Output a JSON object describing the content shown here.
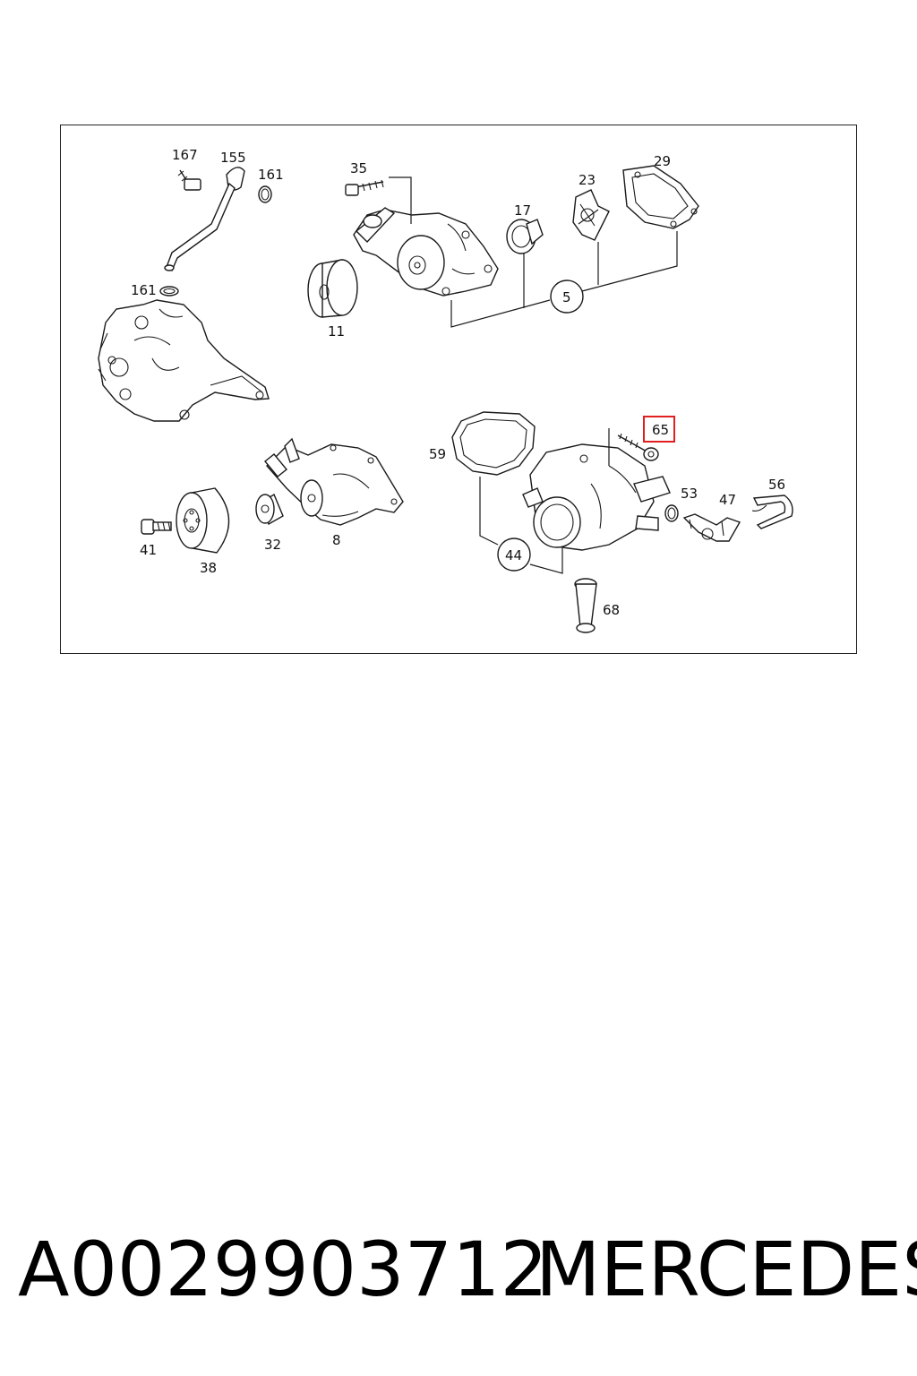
{
  "diagram": {
    "callouts": {
      "c167": "167",
      "c155": "155",
      "c161a": "161",
      "c161b": "161",
      "c35": "35",
      "c17": "17",
      "c23": "23",
      "c29": "29",
      "c5": "5",
      "c11": "11",
      "c59": "59",
      "c65": "65",
      "c53": "53",
      "c47": "47",
      "c56": "56",
      "c44": "44",
      "c68": "68",
      "c41": "41",
      "c38": "38",
      "c32": "32",
      "c8": "8"
    },
    "highlighted_callout": "65",
    "highlight_color": "#e02020",
    "line_color": "#1a1a1a"
  },
  "caption": {
    "part_number": "A0029903712",
    "brand": "MERCEDES"
  }
}
